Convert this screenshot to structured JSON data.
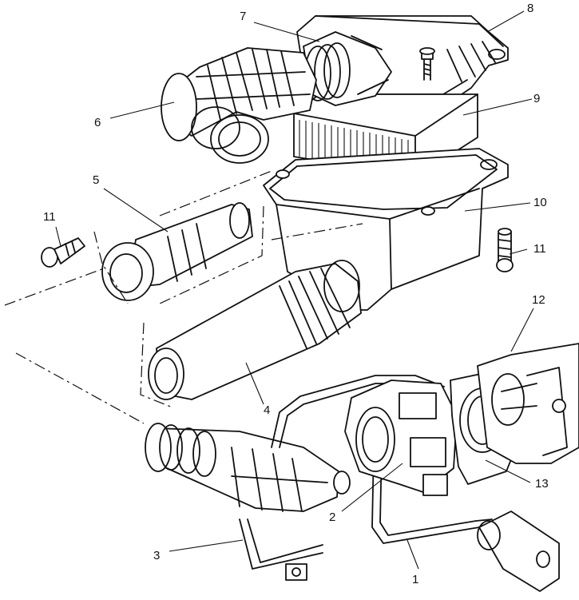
{
  "callouts": {
    "c1": "1",
    "c2": "2",
    "c3": "3",
    "c4": "4",
    "c5": "5",
    "c6": "6",
    "c7": "7",
    "c8": "8",
    "c9": "9",
    "c10": "10",
    "c11_left": "11",
    "c11_right": "11",
    "c12": "12",
    "c13": "13"
  }
}
